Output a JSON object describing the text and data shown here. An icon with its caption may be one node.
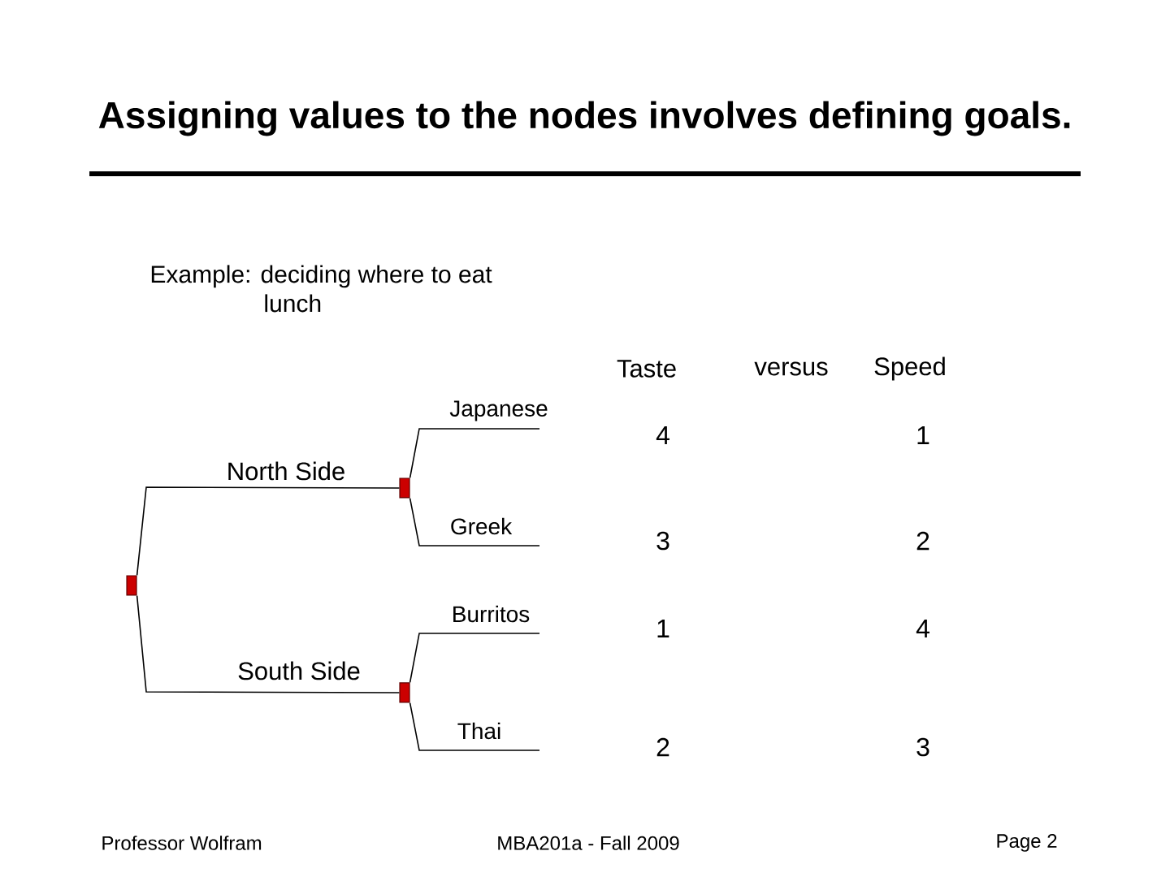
{
  "diagram": {
    "title": "Assigning values to the nodes involves defining goals.",
    "nodes": [
      {
        "text": [],
        "shape": "box"
      },
      {
        "text": [],
        "shape": "box"
      },
      {
        "text": [],
        "shape": "box"
      }
    ],
    "edges": [
      {
        "from": 0,
        "to": 1,
        "arrow": "none",
        "label": "North Side"
      },
      {
        "from": 0,
        "to": 2,
        "arrow": "none",
        "label": "South Side"
      },
      {
        "from": 1,
        "to": null,
        "arrow": "none",
        "label": "Japanese"
      },
      {
        "from": 1,
        "to": null,
        "arrow": "none",
        "label": "Greek"
      },
      {
        "from": 2,
        "to": null,
        "arrow": "none",
        "label": "Burritos"
      },
      {
        "from": 2,
        "to": null,
        "arrow": "none",
        "label": "Thai"
      }
    ],
    "labels": [
      "Example: deciding where to eat lunch",
      "Taste",
      "versus",
      "Speed",
      "4",
      "1",
      "3",
      "2",
      "1",
      "4",
      "2",
      "3",
      "Professor Wolfram",
      "MBA201a - Fall 2009",
      "Page 2"
    ]
  }
}
